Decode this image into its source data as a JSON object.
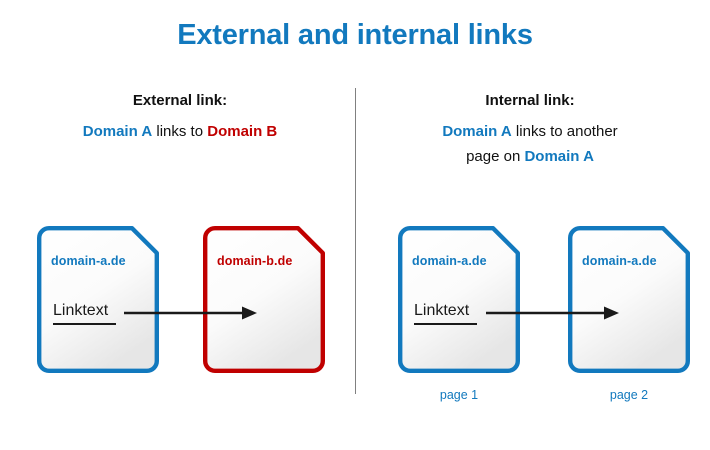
{
  "title": "External and internal links",
  "colors": {
    "blue": "#1279BE",
    "red": "#C00000",
    "black": "#111111",
    "divider": "#808080",
    "arrow": "#1a1a1a"
  },
  "sections": {
    "external": {
      "heading": "External link:",
      "line1_part1": "Domain A",
      "line1_part2": " links to ",
      "line1_part3": "Domain B"
    },
    "internal": {
      "heading": "Internal link:",
      "line1_part1": "Domain A",
      "line1_part2": " links to another",
      "line2_part1": "page on ",
      "line2_part2": "Domain A"
    }
  },
  "documents": [
    {
      "id": "external-source",
      "domain": "domain-a.de",
      "link_text": "Linktext",
      "accent": "#1279BE",
      "caption": ""
    },
    {
      "id": "external-target",
      "domain": "domain-b.de",
      "link_text": "",
      "accent": "#C00000",
      "caption": ""
    },
    {
      "id": "internal-source",
      "domain": "domain-a.de",
      "link_text": "Linktext",
      "accent": "#1279BE",
      "caption": "page 1"
    },
    {
      "id": "internal-target",
      "domain": "domain-a.de",
      "link_text": "",
      "accent": "#1279BE",
      "caption": "page 2"
    }
  ]
}
